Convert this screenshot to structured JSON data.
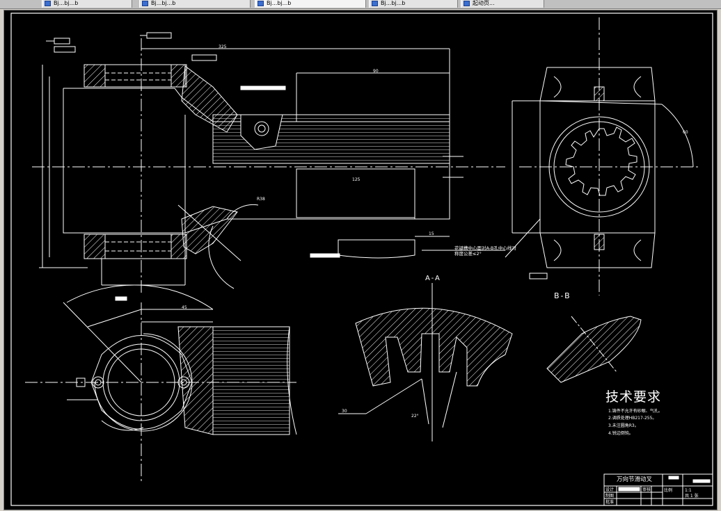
{
  "tabs": [
    {
      "label": "Bj...bj...b"
    },
    {
      "label": "Bj...bj...b"
    },
    {
      "label": "Bj...bj...b"
    },
    {
      "label": "Bj...bj...b"
    },
    {
      "label": "起动页..."
    }
  ],
  "drawing": {
    "section_aa": "A-A",
    "section_bb": "B-B",
    "tech_title": "技术要求",
    "tech_items": [
      "1.铸件不允许有砂眼、气孔。",
      "2.调质处理HB217-255。",
      "3.未注圆角R3。",
      "4.锐边倒钝。"
    ],
    "annotation_note": "花键槽中心面对A-B孔中心线对称度公差≤2°",
    "dims": {
      "d325": "325",
      "d90": "90",
      "d125": "125",
      "d15": "15",
      "d45": "45",
      "d60": "60",
      "d30": "30",
      "r38": "R38",
      "m22": "22°"
    },
    "title_block": {
      "part_name": "万向节滑动叉",
      "scale_label": "比例",
      "scale": "1:1",
      "sheet": "共 1 张",
      "designer": "设计",
      "checker": "审核",
      "draftsman": "制图",
      "approver": "批准"
    }
  }
}
